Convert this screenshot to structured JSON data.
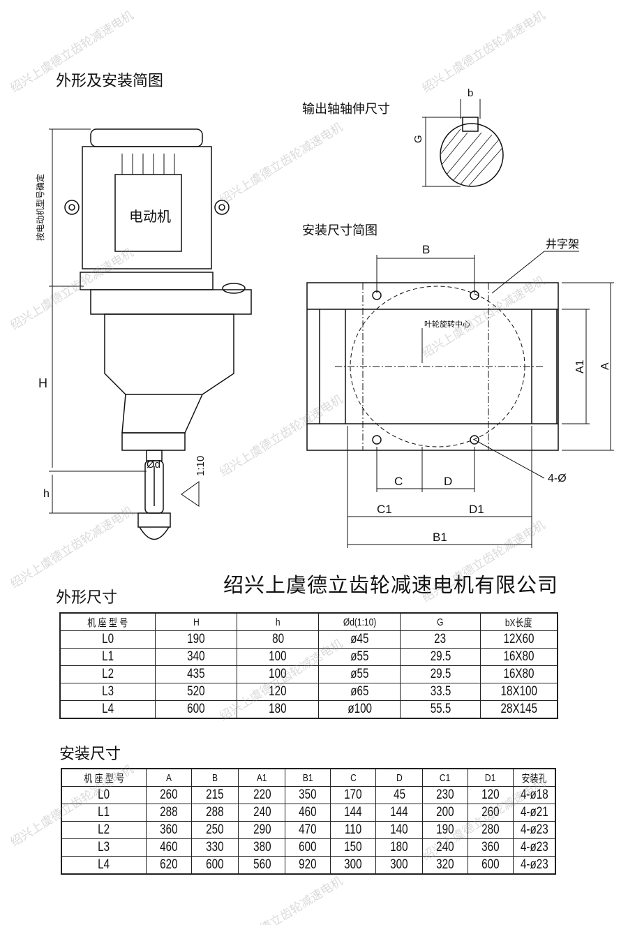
{
  "headings": {
    "outline_install": "外形及安装简图",
    "shaft_ext": "输出轴轴伸尺寸",
    "install_sketch": "安装尺寸简图",
    "outline_dims": "外形尺寸",
    "install_dims": "安装尺寸"
  },
  "company": "绍兴上虞德立齿轮减速电机有限公司",
  "watermark": "绍兴上虞德立齿轮减速电机",
  "drawing": {
    "motor_label": "电动机",
    "motor_side_note": "按电动机型号确定",
    "H": "H",
    "h": "h",
    "phi_d": "Ød",
    "taper": "1:10",
    "b": "b",
    "G": "G",
    "B": "B",
    "frame_label": "井字架",
    "impeller_center": "叶轮旋转中心",
    "A1": "A1",
    "A": "A",
    "holes": "4-Ø",
    "C": "C",
    "D": "D",
    "C1": "C1",
    "D1": "D1",
    "B1": "B1"
  },
  "table1": {
    "headers": [
      "机 座 型 号",
      "H",
      "h",
      "Ød(1:10)",
      "G",
      "bX长度"
    ],
    "rows": [
      [
        "L0",
        "190",
        "80",
        "ø45",
        "23",
        "12X60"
      ],
      [
        "L1",
        "340",
        "100",
        "ø55",
        "29.5",
        "16X80"
      ],
      [
        "L2",
        "435",
        "100",
        "ø55",
        "29.5",
        "16X80"
      ],
      [
        "L3",
        "520",
        "120",
        "ø65",
        "33.5",
        "18X100"
      ],
      [
        "L4",
        "600",
        "180",
        "ø100",
        "55.5",
        "28X145"
      ]
    ]
  },
  "table2": {
    "headers": [
      "机 座 型 号",
      "A",
      "B",
      "A1",
      "B1",
      "C",
      "D",
      "C1",
      "D1",
      "安装孔"
    ],
    "rows": [
      [
        "L0",
        "260",
        "215",
        "220",
        "350",
        "170",
        "45",
        "230",
        "120",
        "4-ø18"
      ],
      [
        "L1",
        "288",
        "288",
        "240",
        "460",
        "144",
        "144",
        "200",
        "260",
        "4-ø21"
      ],
      [
        "L2",
        "360",
        "250",
        "290",
        "470",
        "110",
        "140",
        "190",
        "280",
        "4-ø23"
      ],
      [
        "L3",
        "460",
        "330",
        "380",
        "600",
        "150",
        "180",
        "240",
        "360",
        "4-ø23"
      ],
      [
        "L4",
        "620",
        "600",
        "560",
        "920",
        "300",
        "300",
        "320",
        "600",
        "4-ø23"
      ]
    ]
  }
}
